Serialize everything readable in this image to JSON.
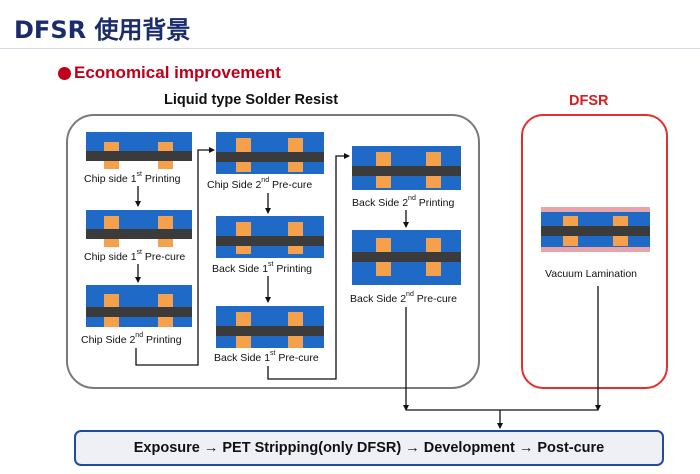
{
  "header": {
    "title": "DFSR 使用背景"
  },
  "subtitle": "Economical improvement",
  "groups": {
    "liquid_label": "Liquid type Solder Resist",
    "dfsr_label": "DFSR"
  },
  "steps": {
    "c1": {
      "pre": "Chip side 1",
      "sup": "st",
      "post": " Printing"
    },
    "c2": {
      "pre": "Chip side 1",
      "sup": "st",
      "post": " Pre-cure"
    },
    "c3": {
      "pre": "Chip Side 2",
      "sup": "nd",
      "post": " Printing"
    },
    "c4": {
      "pre": "Chip Side 2",
      "sup": "nd",
      "post": " Pre-cure"
    },
    "c5": {
      "pre": "Back Side 1",
      "sup": "st",
      "post": " Printing"
    },
    "c6": {
      "pre": "Back Side 1",
      "sup": "st",
      "post": " Pre-cure"
    },
    "c7": {
      "pre": "Back Side 2",
      "sup": "nd",
      "post": " Printing"
    },
    "c8": {
      "pre": "Back Side 2",
      "sup": "nd",
      "post": " Pre-cure"
    },
    "vacuum": "Vacuum Lamination"
  },
  "process": "Exposure → PET Stripping(only DFSR) → Development → Post-cure",
  "colors": {
    "title": "#1a2c6b",
    "accent_red": "#c0001a",
    "substrate_blue": "#1f69c7",
    "core_dark": "#3b3b3b",
    "pad_orange": "#f5a04a",
    "dfsr_film": "#e8a4a8",
    "frame_gray": "#7a7a7a",
    "frame_red": "#e23030"
  }
}
